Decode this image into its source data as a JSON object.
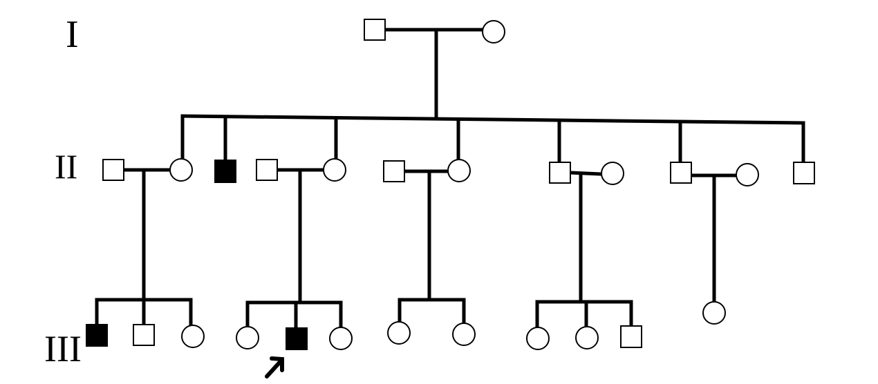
{
  "generations": [
    {
      "label": "I"
    },
    {
      "label": "II"
    },
    {
      "label": "III"
    }
  ],
  "colors": {
    "affected": "#000000",
    "unaffected": "#ffffff",
    "line": "#000000"
  },
  "individuals": [
    {
      "id": "I-1",
      "sex": "male",
      "affected": false
    },
    {
      "id": "I-2",
      "sex": "female",
      "affected": false
    },
    {
      "id": "II-1",
      "sex": "male",
      "affected": false
    },
    {
      "id": "II-2",
      "sex": "female",
      "affected": false
    },
    {
      "id": "II-3",
      "sex": "male",
      "affected": true
    },
    {
      "id": "II-4",
      "sex": "male",
      "affected": false
    },
    {
      "id": "II-5",
      "sex": "female",
      "affected": false
    },
    {
      "id": "II-6",
      "sex": "male",
      "affected": false
    },
    {
      "id": "II-7",
      "sex": "female",
      "affected": false
    },
    {
      "id": "II-8",
      "sex": "male",
      "affected": false
    },
    {
      "id": "II-9",
      "sex": "female",
      "affected": false
    },
    {
      "id": "II-10",
      "sex": "male",
      "affected": false
    },
    {
      "id": "II-11",
      "sex": "female",
      "affected": false
    },
    {
      "id": "II-12",
      "sex": "male",
      "affected": false
    },
    {
      "id": "III-1",
      "sex": "male",
      "affected": true
    },
    {
      "id": "III-2",
      "sex": "male",
      "affected": false
    },
    {
      "id": "III-3",
      "sex": "female",
      "affected": false
    },
    {
      "id": "III-4",
      "sex": "female",
      "affected": false
    },
    {
      "id": "III-5",
      "sex": "male",
      "affected": true,
      "proband": true
    },
    {
      "id": "III-6",
      "sex": "female",
      "affected": false
    },
    {
      "id": "III-7",
      "sex": "female",
      "affected": false
    },
    {
      "id": "III-8",
      "sex": "female",
      "affected": false
    },
    {
      "id": "III-9",
      "sex": "female",
      "affected": false
    },
    {
      "id": "III-10",
      "sex": "female",
      "affected": false
    },
    {
      "id": "III-11",
      "sex": "male",
      "affected": false
    },
    {
      "id": "III-12",
      "sex": "female",
      "affected": false
    }
  ]
}
